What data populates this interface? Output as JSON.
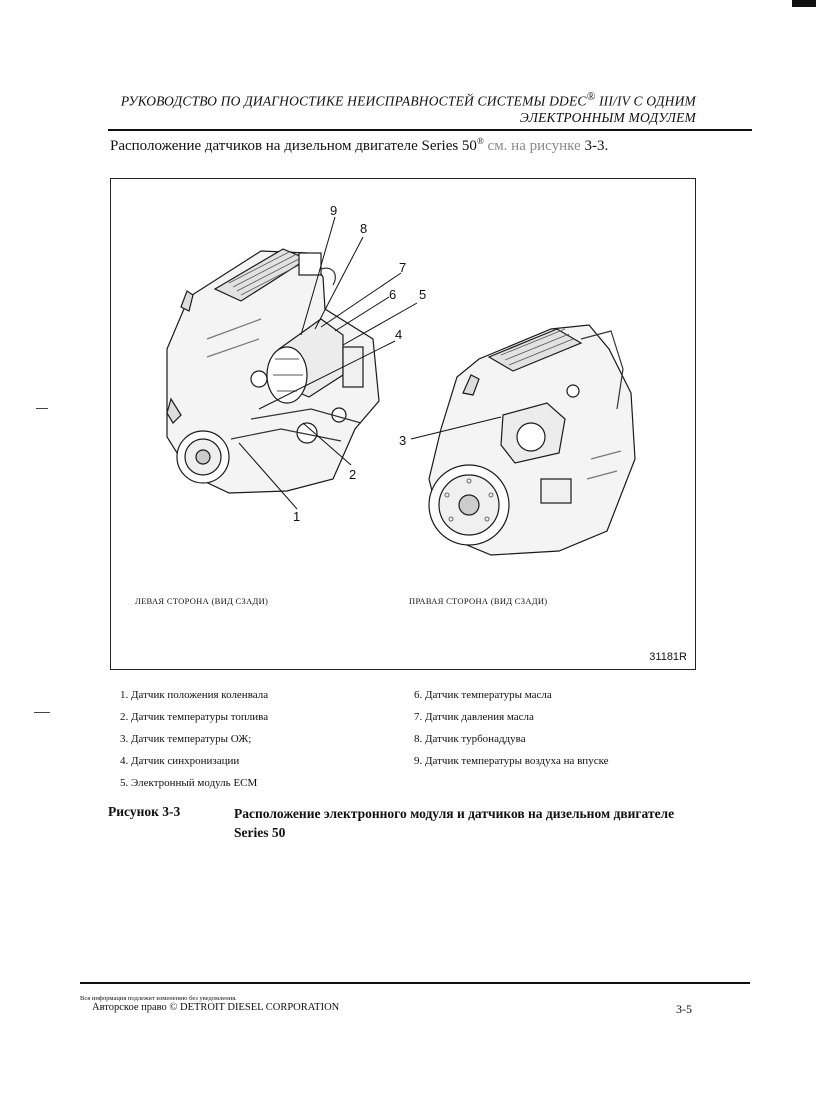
{
  "header": {
    "line1_main": "РУКОВОДСТВО ПО ДИАГНОСТИКЕ НЕИСПРАВНОСТЕЙ СИСТЕМЫ DDEC",
    "line1_sup": "®",
    "line1_rest": " III/IV С ОДНИМ",
    "line2": "ЭЛЕКТРОННЫМ МОДУЛЕМ"
  },
  "intro": {
    "text": "Расположение датчиков на дизельном двигателе Series 50",
    "sup": "®",
    "faded": " см. на рисунке",
    "ref": " 3-3."
  },
  "figure": {
    "callouts": [
      "1",
      "2",
      "3",
      "4",
      "5",
      "6",
      "7",
      "8",
      "9"
    ],
    "left_caption": "ЛЕВАЯ СТОРОНА (ВИД СЗАДИ)",
    "right_caption": "ПРАВАЯ СТОРОНА (ВИД СЗАДИ)",
    "code": "31181R"
  },
  "legend": {
    "left": [
      "1. Датчик положения коленвала",
      "2. Датчик температуры топлива",
      "3. Датчик температуры ОЖ;",
      "4. Датчик синхронизации",
      "5. Электронный модуль ECM"
    ],
    "right": [
      "6. Датчик температуры масла",
      "7. Датчик давления масла",
      "8. Датчик турбонаддува",
      "9. Датчик температуры воздуха на впуске"
    ]
  },
  "caption": {
    "label": "Рисунок 3-3",
    "title": "Расположение электронного модуля и датчиков на дизельном двигателе Series 50"
  },
  "footer": {
    "notice": "Вся информация подлежит изменению без уведомления.",
    "copyright": "Авторское право © DETROIT DIESEL CORPORATION",
    "page_number": "3-5"
  }
}
